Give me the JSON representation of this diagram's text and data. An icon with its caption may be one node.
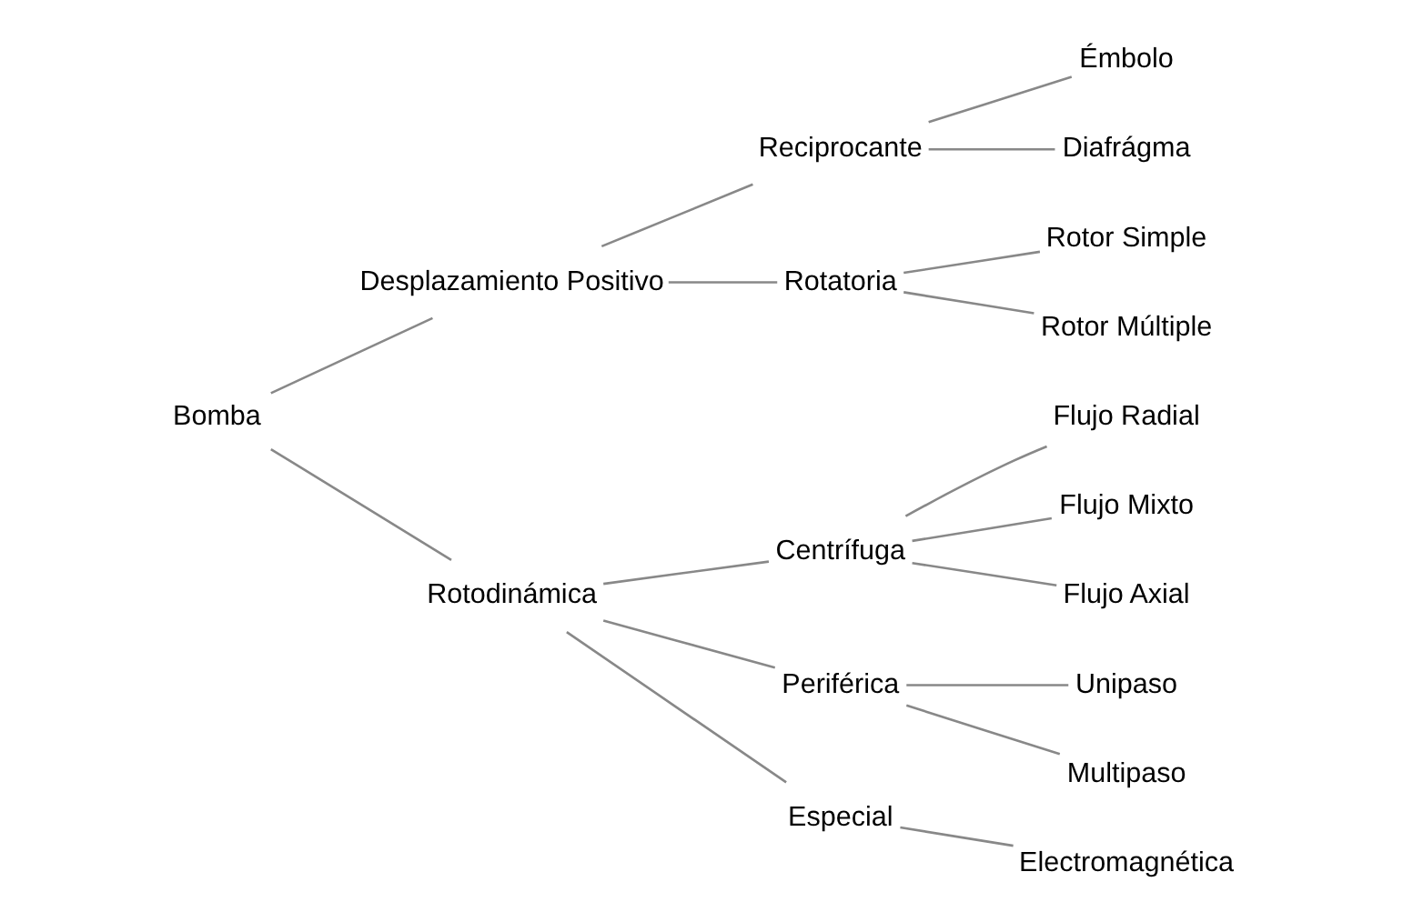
{
  "diagram": {
    "nodes": [
      {
        "text": [
          "Bomba"
        ]
      },
      {
        "text": [
          "Desplazamiento Positivo"
        ]
      },
      {
        "text": [
          "Rotodinámica"
        ]
      },
      {
        "text": [
          "Reciprocante"
        ]
      },
      {
        "text": [
          "Rotatoria"
        ]
      },
      {
        "text": [
          "Centrífuga"
        ]
      },
      {
        "text": [
          "Periférica"
        ]
      },
      {
        "text": [
          "Especial"
        ]
      },
      {
        "text": [
          "Émbolo"
        ]
      },
      {
        "text": [
          "Diafrágma"
        ]
      },
      {
        "text": [
          "Rotor Simple"
        ]
      },
      {
        "text": [
          "Rotor Múltiple"
        ]
      },
      {
        "text": [
          "Flujo Radial"
        ]
      },
      {
        "text": [
          "Flujo Mixto"
        ]
      },
      {
        "text": [
          "Flujo Axial"
        ]
      },
      {
        "text": [
          "Unipaso"
        ]
      },
      {
        "text": [
          "Multipaso"
        ]
      },
      {
        "text": [
          "Electromagnética"
        ]
      }
    ],
    "edges": [
      {
        "from": 0,
        "to": 1,
        "arrow": "none"
      },
      {
        "from": 0,
        "to": 2,
        "arrow": "none"
      },
      {
        "from": 1,
        "to": 3,
        "arrow": "none"
      },
      {
        "from": 1,
        "to": 4,
        "arrow": "none"
      },
      {
        "from": 2,
        "to": 5,
        "arrow": "none"
      },
      {
        "from": 2,
        "to": 6,
        "arrow": "none"
      },
      {
        "from": 2,
        "to": 7,
        "arrow": "none"
      },
      {
        "from": 3,
        "to": 8,
        "arrow": "none"
      },
      {
        "from": 3,
        "to": 9,
        "arrow": "none"
      },
      {
        "from": 4,
        "to": 10,
        "arrow": "none"
      },
      {
        "from": 4,
        "to": 11,
        "arrow": "none"
      },
      {
        "from": 5,
        "to": 12,
        "arrow": "none"
      },
      {
        "from": 5,
        "to": 13,
        "arrow": "none"
      },
      {
        "from": 5,
        "to": 14,
        "arrow": "none"
      },
      {
        "from": 6,
        "to": 15,
        "arrow": "none"
      },
      {
        "from": 6,
        "to": 16,
        "arrow": "none"
      },
      {
        "from": 7,
        "to": 17,
        "arrow": "none"
      }
    ]
  }
}
